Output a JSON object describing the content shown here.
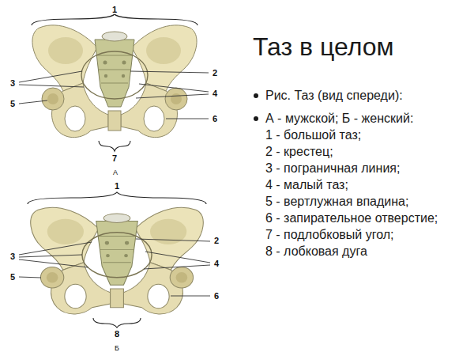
{
  "diagram": {
    "title": "Таз в целом",
    "labels": [
      "Рис. Таз (вид спереди):",
      "А - мужской; Б - женский:",
      "1 - большой таз;",
      "2 - крестец;",
      "3 - пограничная линия;",
      "4 - малый таз;",
      "5 - вертлужная впадина;",
      "6 - запирательное отверстие;",
      "7 - подлобковый угол;",
      "8 - лобковая дуга",
      "1",
      "2",
      "3",
      "4",
      "5",
      "6",
      "7",
      "А",
      "1",
      "2",
      "3",
      "4",
      "5",
      "6",
      "8",
      "Б"
    ]
  }
}
